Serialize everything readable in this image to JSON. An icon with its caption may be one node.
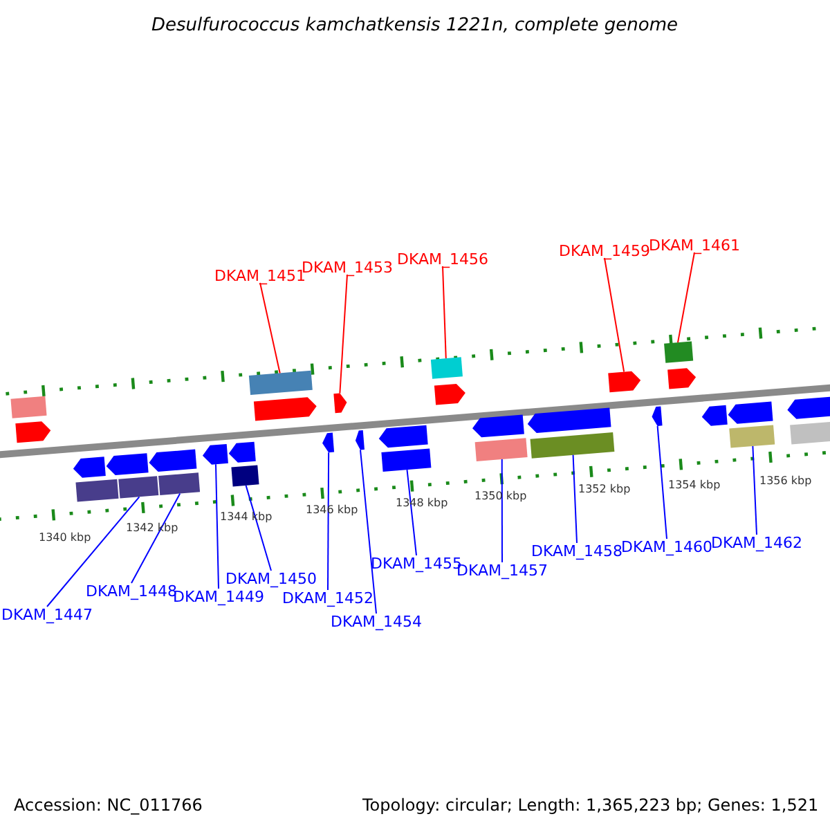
{
  "diagram": {
    "title": "Desulfurococcus kamchatkensis 1221n, complete genome",
    "nodes": [
      {
        "text": [
          "DKAM_1451"
        ]
      },
      {
        "text": [
          "DKAM_1453"
        ]
      },
      {
        "text": [
          "DKAM_1456"
        ]
      },
      {
        "text": [
          "DKAM_1459"
        ]
      },
      {
        "text": [
          "DKAM_1461"
        ]
      },
      {
        "text": [
          "DKAM_1447"
        ]
      },
      {
        "text": [
          "DKAM_1448"
        ]
      },
      {
        "text": [
          "DKAM_1449"
        ]
      },
      {
        "text": [
          "DKAM_1450"
        ]
      },
      {
        "text": [
          "DKAM_1452"
        ]
      },
      {
        "text": [
          "DKAM_1454"
        ]
      },
      {
        "text": [
          "DKAM_1455"
        ]
      },
      {
        "text": [
          "DKAM_1457"
        ]
      },
      {
        "text": [
          "DKAM_1458"
        ]
      },
      {
        "text": [
          "DKAM_1460"
        ]
      },
      {
        "text": [
          "DKAM_1462"
        ]
      },
      {
        "text": [],
        "shape": "bar"
      },
      {
        "text": [],
        "shape": "pentagon"
      },
      {
        "text": [],
        "shape": "pentagon"
      },
      {
        "text": [],
        "shape": "bar"
      },
      {
        "text": [],
        "shape": "pentagon"
      },
      {
        "text": [],
        "shape": "bar"
      },
      {
        "text": [],
        "shape": "pentagon"
      },
      {
        "text": [],
        "shape": "bar"
      },
      {
        "text": [],
        "shape": "pentagon"
      },
      {
        "text": [],
        "shape": "pentagon"
      },
      {
        "text": [],
        "shape": "bar"
      },
      {
        "text": [],
        "shape": "bar"
      },
      {
        "text": [],
        "shape": "pentagon"
      },
      {
        "text": [],
        "shape": "pentagon"
      },
      {
        "text": [],
        "shape": "pentagon"
      },
      {
        "text": [],
        "shape": "pentagon"
      },
      {
        "text": [],
        "shape": "pentagon"
      },
      {
        "text": [],
        "shape": "bar"
      },
      {
        "text": [],
        "shape": "bar"
      },
      {
        "text": [],
        "shape": "pentagon"
      },
      {
        "text": [],
        "shape": "pentagon"
      },
      {
        "text": [],
        "shape": "bar"
      },
      {
        "text": [],
        "shape": "pentagon"
      },
      {
        "text": [],
        "shape": "bar"
      },
      {
        "text": [],
        "shape": "pentagon"
      },
      {
        "text": [],
        "shape": "pentagon"
      },
      {
        "text": [],
        "shape": "bar"
      },
      {
        "text": [],
        "shape": "pentagon"
      },
      {
        "text": [],
        "shape": "pentagon"
      },
      {
        "text": [],
        "shape": "pentagon"
      },
      {
        "text": [],
        "shape": "bar"
      },
      {
        "text": [],
        "shape": "pentagon"
      },
      {
        "text": [],
        "shape": "bar"
      }
    ],
    "edges": [
      {
        "from": 0,
        "to": 27,
        "arrow": "none",
        "color": "#ff0000"
      },
      {
        "from": 1,
        "to": 30,
        "arrow": "none",
        "color": "#ff0000"
      },
      {
        "from": 2,
        "to": 34,
        "arrow": "none",
        "color": "#ff0000"
      },
      {
        "from": 3,
        "to": 40,
        "arrow": "none",
        "color": "#ff0000"
      },
      {
        "from": 4,
        "to": 42,
        "arrow": "none",
        "color": "#ff0000"
      },
      {
        "from": 5,
        "to": 21,
        "arrow": "none"
      },
      {
        "from": 6,
        "to": 23,
        "arrow": "none"
      },
      {
        "from": 7,
        "to": 24,
        "arrow": "none"
      },
      {
        "from": 8,
        "to": 26,
        "arrow": "none"
      },
      {
        "from": 9,
        "to": 29,
        "arrow": "none"
      },
      {
        "from": 10,
        "to": 31,
        "arrow": "none"
      },
      {
        "from": 11,
        "to": 33,
        "arrow": "none"
      },
      {
        "from": 12,
        "to": 37,
        "arrow": "none"
      },
      {
        "from": 13,
        "to": 39,
        "arrow": "none"
      },
      {
        "from": 14,
        "to": 41,
        "arrow": "none"
      },
      {
        "from": 15,
        "to": 46,
        "arrow": "none"
      }
    ],
    "labels": [
      "1340 kbp",
      "1342 kbp",
      "1344 kbp",
      "1346 kbp",
      "1348 kbp",
      "1350 kbp",
      "1352 kbp",
      "1354 kbp",
      "1356 kbp",
      "Accession: NC_011766",
      "Topology: circular; Length: 1,365,223 bp; Genes: 1,521"
    ]
  }
}
